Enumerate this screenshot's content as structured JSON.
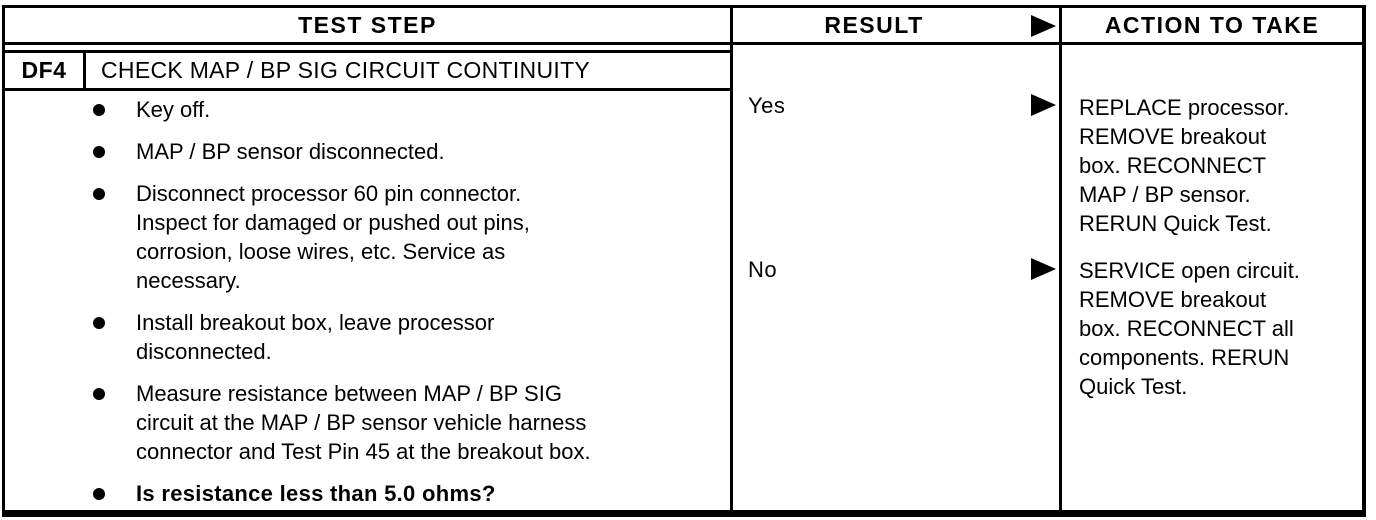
{
  "doc": {
    "headers": {
      "test_step": "TEST STEP",
      "result": "RESULT",
      "action_to_take": "ACTION TO TAKE"
    },
    "test": {
      "id": "DF4",
      "title": "CHECK MAP / BP SIG CIRCUIT CONTINUITY",
      "steps": [
        {
          "lines": [
            "Key off."
          ]
        },
        {
          "lines": [
            "MAP / BP sensor disconnected."
          ]
        },
        {
          "lines": [
            "Disconnect processor 60 pin connector.",
            "Inspect for damaged or pushed out pins,",
            "corrosion, loose wires, etc. Service as",
            "necessary."
          ]
        },
        {
          "lines": [
            "Install breakout box, leave processor",
            "disconnected."
          ]
        },
        {
          "lines": [
            "Measure resistance between MAP / BP SIG",
            "circuit at the MAP / BP sensor vehicle harness",
            "connector and Test Pin 45 at the breakout box."
          ]
        },
        {
          "lines": [
            "Is resistance less than 5.0 ohms?"
          ],
          "bold": true
        }
      ],
      "results": [
        {
          "label": "Yes",
          "action_lines": [
            "REPLACE processor.",
            "REMOVE breakout",
            "box. RECONNECT",
            "MAP / BP sensor.",
            "RERUN Quick Test."
          ]
        },
        {
          "label": "No",
          "action_lines": [
            "SERVICE open circuit.",
            "REMOVE breakout",
            "box. RECONNECT all",
            "components. RERUN",
            "Quick Test."
          ]
        }
      ]
    },
    "colors": {
      "ink": "#000000",
      "paper": "#ffffff"
    }
  }
}
